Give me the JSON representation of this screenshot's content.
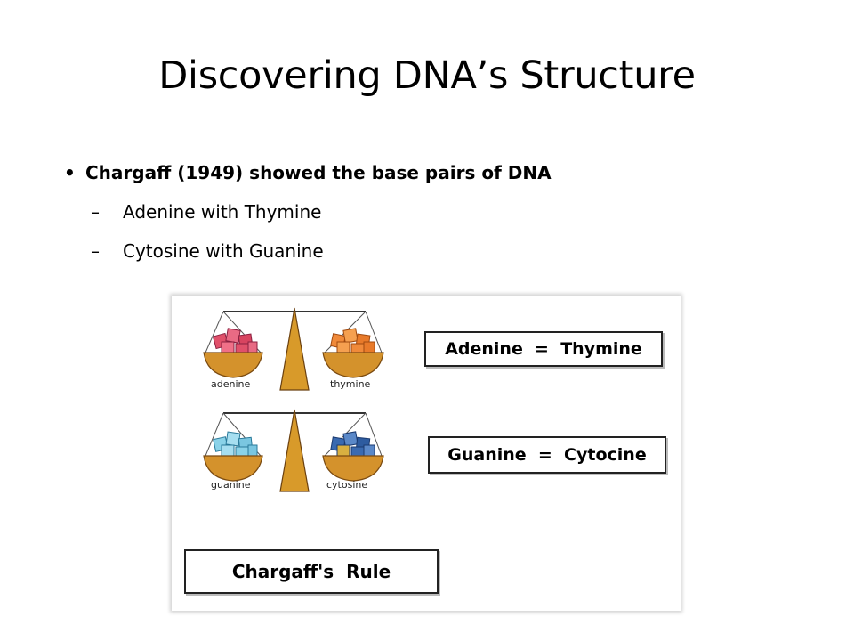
{
  "slide": {
    "title": "Discovering DNA’s Structure",
    "bullet_main": "Chargaff (1949) showed the base pairs of DNA",
    "sub_bullets": [
      "Adenine with Thymine",
      "Cytosine with Guanine"
    ],
    "bullet_glyph": "•",
    "dash_glyph": "–"
  },
  "figure": {
    "scale1": {
      "left_label": "adenine",
      "right_label": "thymine"
    },
    "scale2": {
      "left_label": "guanine",
      "right_label": "cytosine"
    },
    "equation1": "Adenine  =  Thymine",
    "equation2": "Guanine  =  Cytocine",
    "rule": "Chargaff's  Rule",
    "colors": {
      "pan": "#d4922c",
      "fulcrum": "#d89a2a",
      "adenine_blocks": "#e0506a",
      "thymine_blocks": "#f08a3a",
      "guanine_blocks": "#8ad2e8",
      "cytosine_blocks": "#3a6ab0"
    }
  }
}
